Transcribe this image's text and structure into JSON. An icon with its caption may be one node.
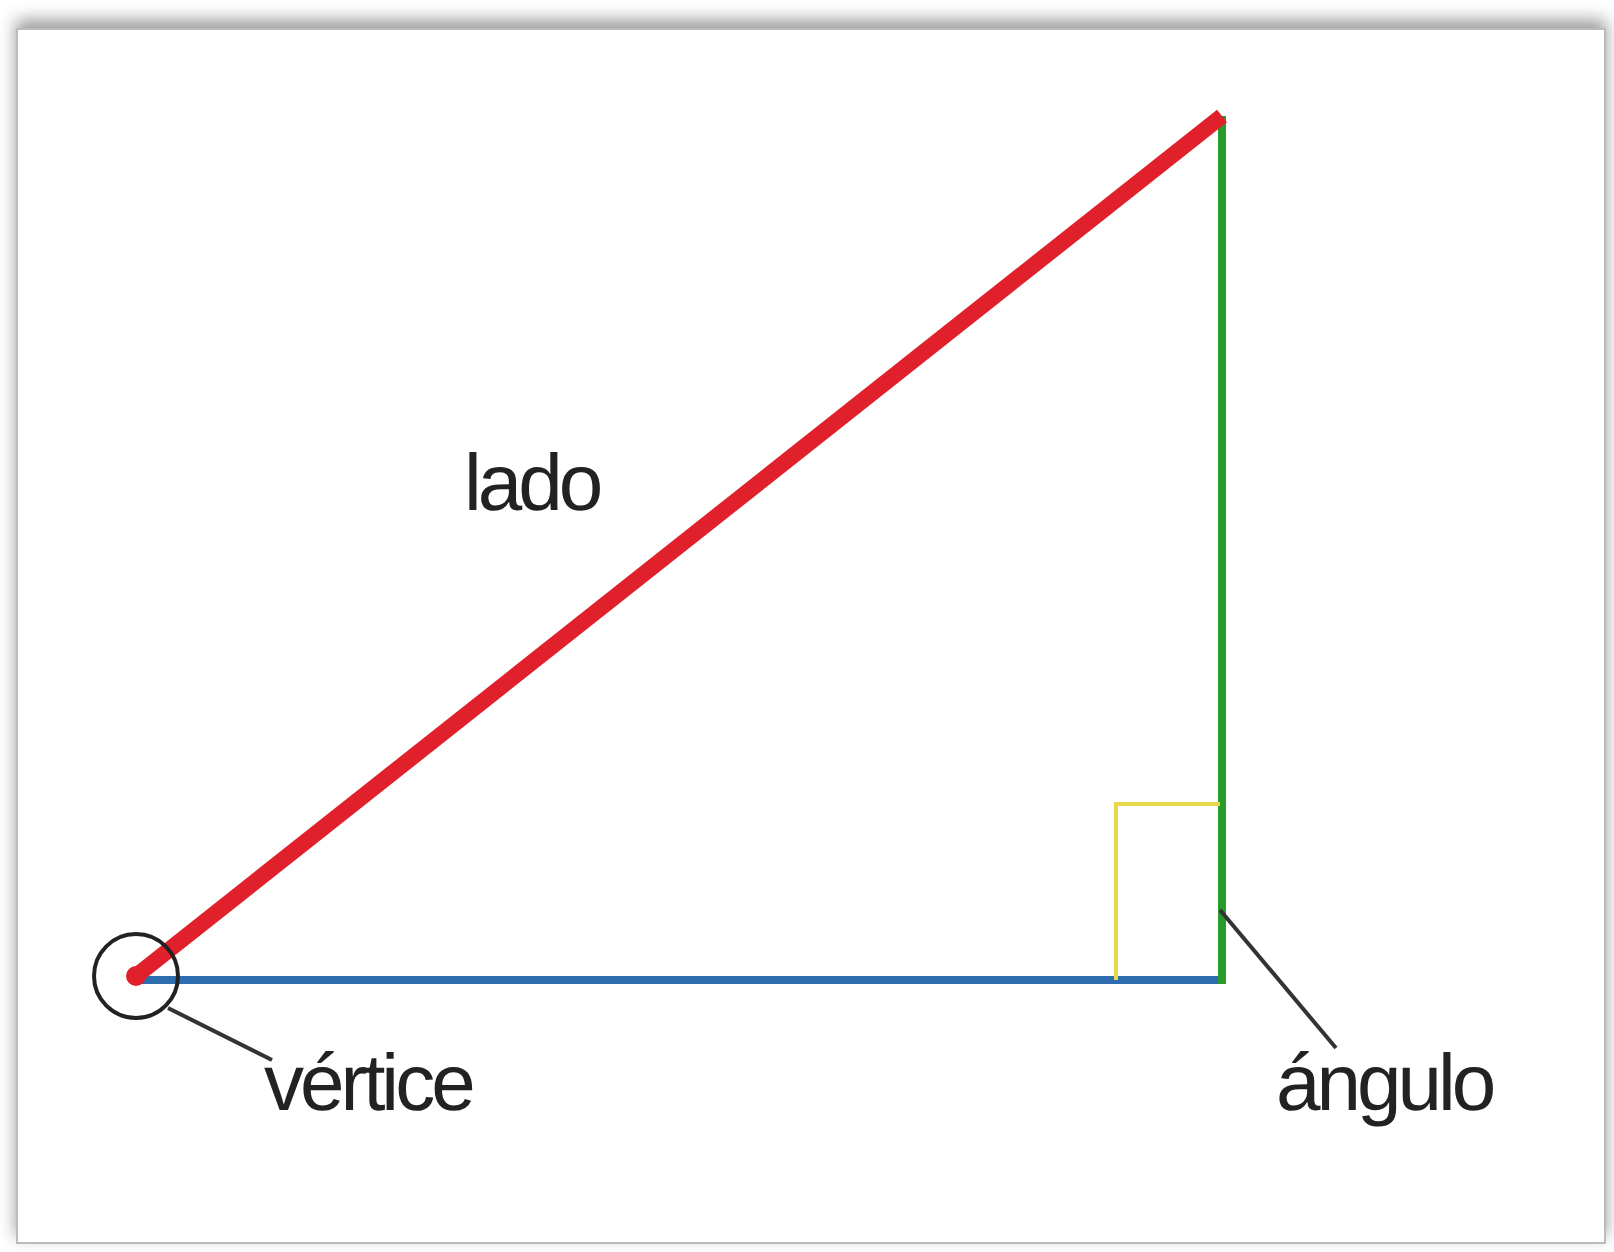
{
  "diagram": {
    "nodes": [
      {
        "text": [
          "vértice"
        ]
      },
      {
        "text": [],
        "shape": "circle"
      },
      {
        "text": [
          "ángulo"
        ]
      },
      {
        "text": [],
        "shape": "box"
      }
    ],
    "edges": [
      {
        "from": 0,
        "to": 1,
        "arrow": "none"
      },
      {
        "from": 2,
        "to": 3,
        "arrow": "none"
      }
    ],
    "labels": [
      "lado"
    ]
  }
}
